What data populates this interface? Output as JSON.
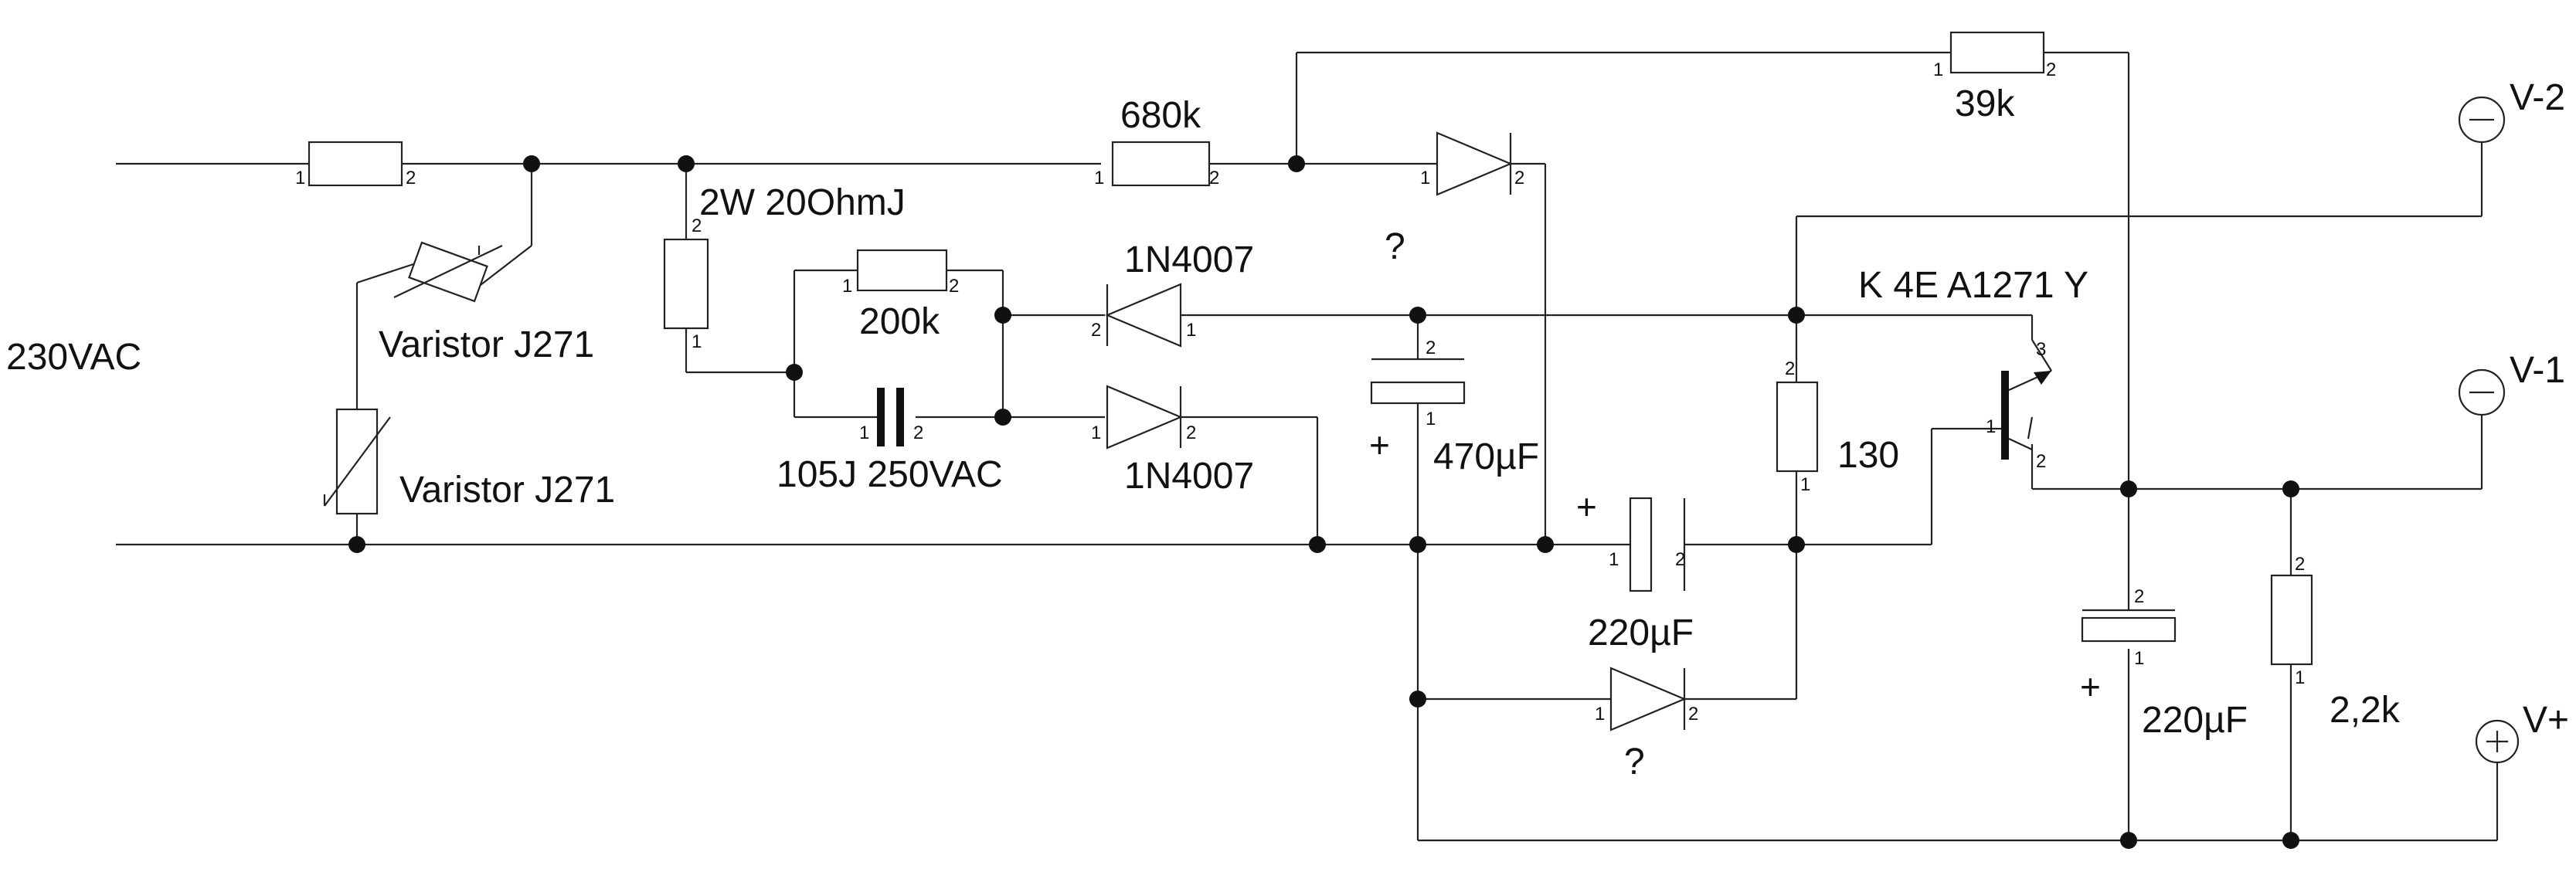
{
  "labels": {
    "input_voltage": "230VAC",
    "varistor_upper": "Varistor J271",
    "varistor_lower": "Varistor J271",
    "resistor_series": "2W 20OhmJ",
    "resistor_680k": "680k",
    "resistor_200k": "200k",
    "cap_film": "105J 250VAC",
    "diode_upper": "1N4007",
    "diode_lower": "1N4007",
    "unknown_top": "?",
    "unknown_bottom": "?",
    "cap_470": "470µF",
    "cap_220_mid": "220µF",
    "cap_220_right": "220µF",
    "resistor_39k": "39k",
    "resistor_130": "130",
    "resistor_2k2": "2,2k",
    "transistor": "K 4E A1271 Y",
    "v_minus2": "V-2",
    "v_minus1": "V-1",
    "v_plus": "V+",
    "plus_sign": "+",
    "minus_sign": "−",
    "pin1": "1",
    "pin2": "2",
    "pin3": "3"
  }
}
